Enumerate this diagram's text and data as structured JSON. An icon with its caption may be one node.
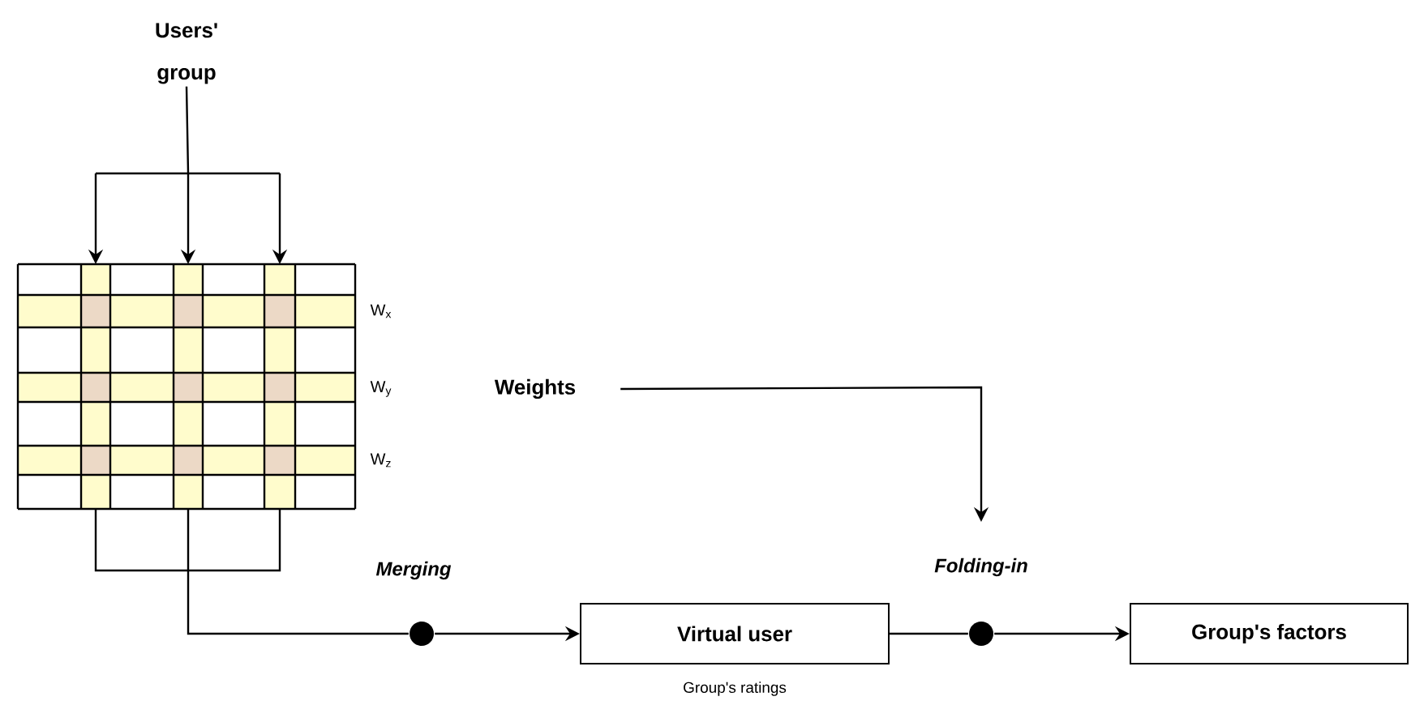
{
  "diagram": {
    "nodes": [
      {
        "text": [
          "Users' group"
        ]
      },
      {
        "text": [],
        "shape": "picture"
      },
      {
        "text": [
          "Weights"
        ]
      },
      {
        "text": [],
        "shape": "circle",
        "beside": [
          "Merging"
        ]
      },
      {
        "text": [
          "Virtual user"
        ],
        "beside": [
          "Group's ratings"
        ]
      },
      {
        "text": [],
        "shape": "circle",
        "beside": [
          "Folding-in"
        ]
      },
      {
        "text": [
          "Group's factors"
        ]
      }
    ],
    "edges": [
      {
        "from": 0,
        "to": 1,
        "arrow": "to"
      },
      {
        "from": 1,
        "to": 3,
        "arrow": "none"
      },
      {
        "from": 3,
        "to": 4,
        "arrow": "to"
      },
      {
        "from": 4,
        "to": 5,
        "arrow": "none"
      },
      {
        "from": 5,
        "to": 6,
        "arrow": "to"
      },
      {
        "from": 2,
        "to": 5,
        "arrow": "to"
      }
    ],
    "labels": [
      "W$_{x}$",
      "W$_{y}$",
      "W$_{z}$"
    ]
  }
}
